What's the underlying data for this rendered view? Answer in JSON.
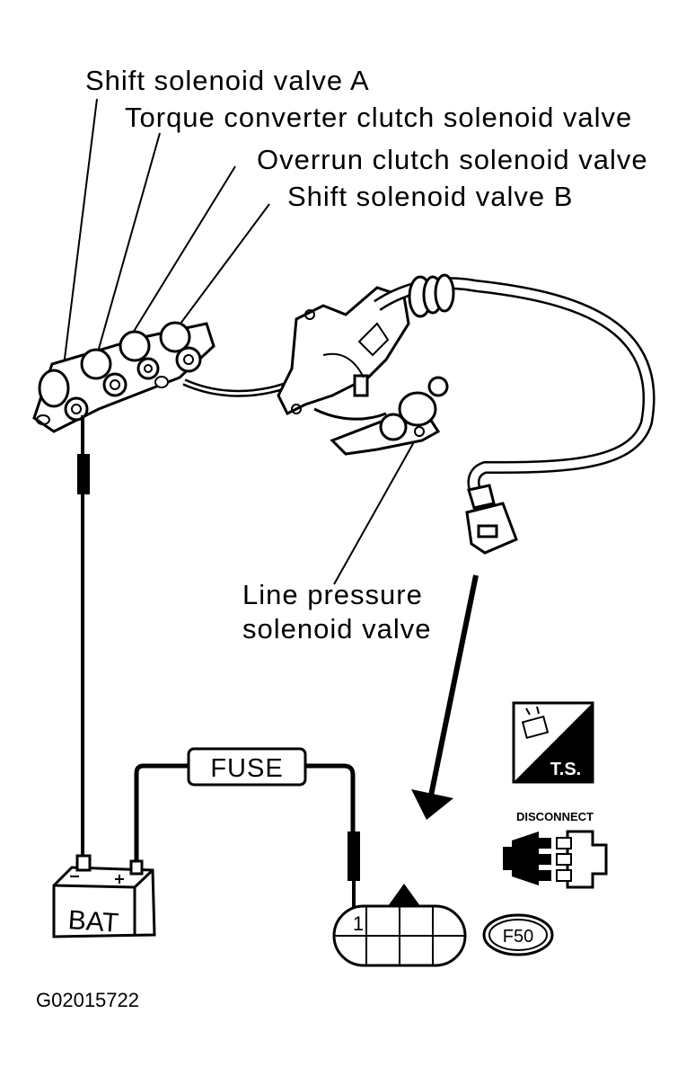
{
  "labels": {
    "shift_a": "Shift solenoid valve A",
    "tcc": "Torque converter clutch solenoid valve",
    "overrun": "Overrun clutch solenoid valve",
    "shift_b": "Shift solenoid valve B",
    "line_pressure_1": "Line pressure",
    "line_pressure_2": "solenoid valve"
  },
  "components": {
    "fuse": "FUSE",
    "battery": "BAT",
    "terminal_number": "1",
    "connector_id": "F50"
  },
  "symbols": {
    "ts_label": "T.S.",
    "disconnect_label": "DISCONNECT"
  },
  "figure_id": "G02015722",
  "icons": [
    "harness-connector-icon",
    "disconnect-icon",
    "warning-arrow-icon"
  ]
}
